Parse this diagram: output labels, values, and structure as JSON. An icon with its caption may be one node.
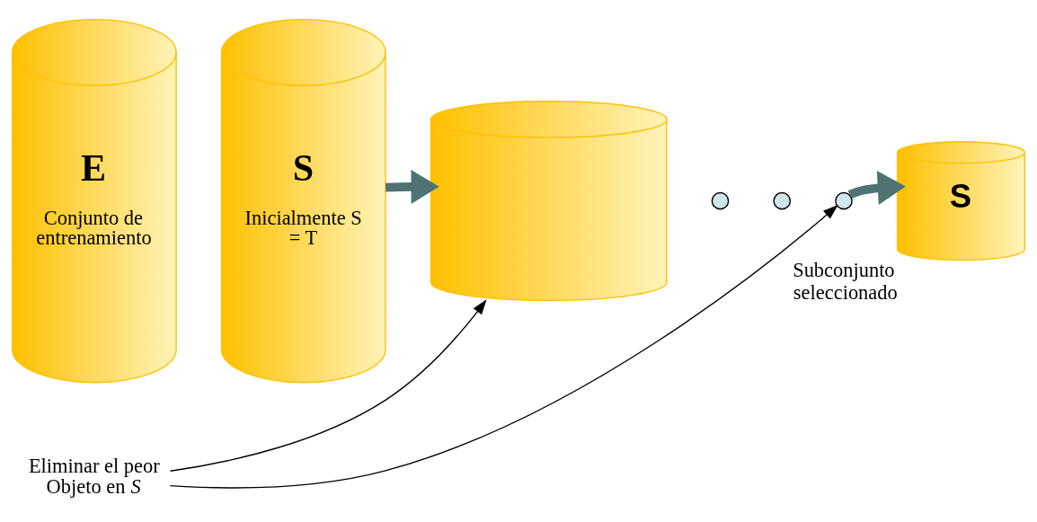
{
  "diagram": {
    "nodes": [
      {
        "text": [
          "E",
          "Conjunto de entrenamiento"
        ]
      },
      {
        "text": [
          "S",
          "Inicialmente S = T"
        ]
      },
      {
        "text": [],
        "shape": "cylinder"
      },
      {
        "text": [],
        "shape": "circle"
      },
      {
        "text": [],
        "shape": "circle"
      },
      {
        "text": [],
        "shape": "circle"
      },
      {
        "text": [
          "S"
        ],
        "beside": [
          "Subconjunto seleccionado"
        ]
      },
      {
        "text": [
          "Eliminar el peor Objeto en *S*"
        ]
      }
    ],
    "edges": [
      {
        "from": 1,
        "to": 2,
        "arrow": "to",
        "style": "thick",
        "color": "#4f7373"
      },
      {
        "from": 5,
        "to": 6,
        "arrow": "to",
        "style": "thick",
        "color": "#4f7373"
      },
      {
        "from": 7,
        "to": 2,
        "arrow": "to",
        "color": "#000000"
      },
      {
        "from": 7,
        "to": 5,
        "arrow": "to",
        "color": "#000000"
      }
    ]
  }
}
